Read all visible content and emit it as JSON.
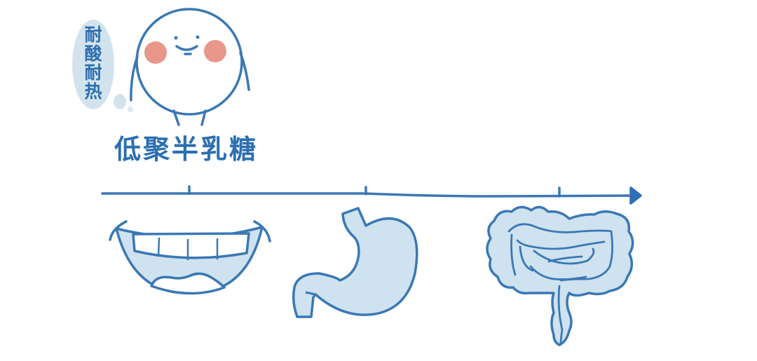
{
  "diagram": {
    "character": {
      "name": "低聚半乳糖",
      "thought_bubble": [
        "耐",
        "酸",
        "耐",
        "热"
      ],
      "thought_text": "耐酸耐热"
    },
    "timeline": {
      "stages": [
        {
          "id": "mouth",
          "label": "mouth"
        },
        {
          "id": "stomach",
          "label": "stomach"
        },
        {
          "id": "intestine",
          "label": "intestine"
        }
      ],
      "direction": "left-to-right"
    },
    "colors": {
      "stroke": "#3a78b5",
      "fill": "#cfe2ef",
      "cheek": "#e8978a",
      "bubble": "#d3e3ee",
      "text": "#2b6fb0"
    }
  }
}
